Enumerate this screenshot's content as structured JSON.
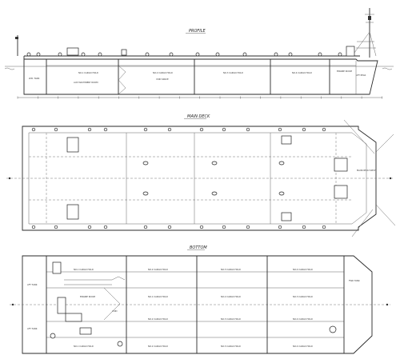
{
  "titles": {
    "profile": "PROFILE",
    "main_deck": "MAIN DECK",
    "bottom": "BOTTOM"
  },
  "profile": {
    "tanks": [
      "W.B. TANK",
      "NO.1 CARGO HOLD",
      "NO.2 CARGO HOLD",
      "NO.3 CARGO HOLD",
      "NO.4 CARGO HOLD",
      "ENGINE ROOM",
      "AFT PEAK"
    ],
    "sub_labels": [
      "AUX MACHINERY ROOM",
      "VOID SPACE"
    ]
  },
  "main_deck": {
    "labels": [
      "MAIN DECK HATCH"
    ]
  },
  "bottom": {
    "compartments": [
      "NO.1 CARGO HOLD",
      "NO.2 CARGO HOLD",
      "NO.3 CARGO HOLD",
      "NO.4 CARGO HOLD",
      "NO.1 CARGO HOLD",
      "NO.2 CARGO HOLD",
      "NO.3 CARGO HOLD",
      "NO.4 CARGO HOLD",
      "NO.1 CARGO HOLD",
      "NO.2 CARGO HOLD",
      "NO.3 CARGO HOLD",
      "NO.4 CARGO HOLD"
    ],
    "side_labels": [
      "AFT TANK",
      "AFT TANK",
      "FWD TANK"
    ],
    "machinery_labels": [
      "ENGINE ROOM",
      "VOID"
    ]
  },
  "colors": {
    "line": "#2a2a2a",
    "background": "#ffffff"
  },
  "icons": [
    "bollard-icon",
    "winch-icon",
    "mast-icon",
    "anchor-icon"
  ]
}
